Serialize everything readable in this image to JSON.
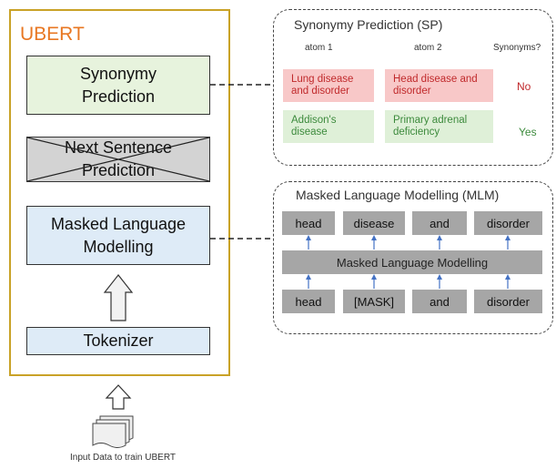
{
  "ubert": {
    "title": "UBERT",
    "modules": {
      "synonymy_prediction": "Synonymy Prediction",
      "next_sentence_prediction": "Next Sentence Prediction",
      "masked_language_modelling": "Masked Language Modelling",
      "tokenizer": "Tokenizer"
    },
    "input_caption": "Input Data to train UBERT"
  },
  "sp_panel": {
    "title": "Synonymy Prediction (SP)",
    "columns": [
      "atom 1",
      "atom 2",
      "Synonyms?"
    ],
    "rows": [
      {
        "atom1": "Lung disease and disorder",
        "atom2": "Head disease and disorder",
        "answer": "No"
      },
      {
        "atom1": "Addison's disease",
        "atom2": "Primary adrenal deficiency",
        "answer": "Yes"
      }
    ]
  },
  "mlm_panel": {
    "title": "Masked Language Modelling (MLM)",
    "output_tokens": [
      "head",
      "disease",
      "and",
      "disorder"
    ],
    "bar_label": "Masked Language Modelling",
    "input_tokens": [
      "head",
      "[MASK]",
      "and",
      "disorder"
    ]
  },
  "colors": {
    "frame": "#c9a227",
    "title_orange": "#e87722",
    "sp_fill": "#e7f3dd",
    "nsp_fill": "#d3d3d3",
    "mlm_fill": "#deebf7",
    "no_row": "#f8c8c8",
    "yes_row": "#dff0d8",
    "token_gray": "#a6a6a6",
    "arrow_blue": "#4472c4"
  }
}
